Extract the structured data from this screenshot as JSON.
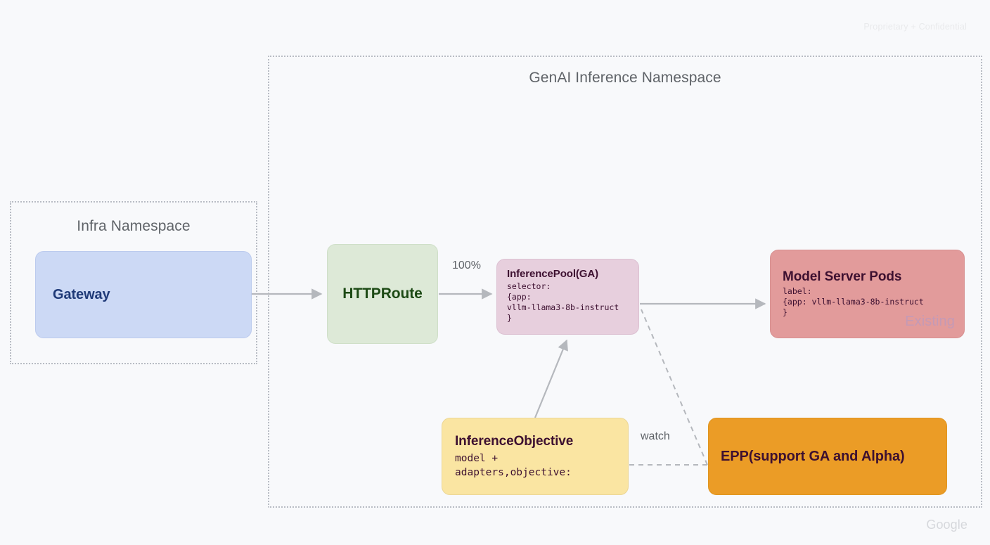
{
  "page": {
    "watermark_top": "Proprietary + Confidential",
    "watermark_bottom": "Google",
    "background_color": "#f8f9fb"
  },
  "namespaces": [
    {
      "id": "genai",
      "title": "GenAI Inference Namespace",
      "border_color": "#b8bcc4"
    },
    {
      "id": "infra",
      "title": "Infra Namespace",
      "border_color": "#b8bcc4"
    }
  ],
  "nodes": {
    "gateway": {
      "title": "Gateway",
      "fill": "#ccd9f5",
      "text_color": "#1f3a78"
    },
    "httproute": {
      "title": "HTTPRoute",
      "fill": "#dde9d7",
      "text_color": "#1d4a15"
    },
    "inferencepool": {
      "title": "InferencePool(GA)",
      "body": "selector:\n{app:\nvllm-llama3-8b-instruct\n}",
      "fill": "#e7cfdd",
      "text_color": "#3d1030"
    },
    "modelserver": {
      "title": "Model Server Pods",
      "body": "label:\n{app: vllm-llama3-8b-instruct\n}",
      "overlay_label": "Existing",
      "fill": "#e29b9b",
      "text_color": "#3d1030",
      "overlay_color": "#c49ab6"
    },
    "inferenceobjective": {
      "title": "InferenceObjective",
      "body": "model +\nadapters,objective:",
      "fill": "#fae5a2",
      "text_color": "#3d1030"
    },
    "epp": {
      "title": "EPP(support GA and Alpha)",
      "fill": "#eb9c26",
      "text_color": "#3d1030"
    }
  },
  "edges": [
    {
      "id": "gateway-to-httproute",
      "label": "",
      "style": "solid",
      "from": "gateway",
      "to": "httproute"
    },
    {
      "id": "httproute-to-inferencepool",
      "label": "100%",
      "style": "solid",
      "from": "httproute",
      "to": "inferencepool"
    },
    {
      "id": "inferencepool-to-modelserver",
      "label": "",
      "style": "solid",
      "from": "inferencepool",
      "to": "modelserver"
    },
    {
      "id": "inferenceobjective-to-inferencepool",
      "label": "",
      "style": "solid",
      "from": "inferenceobjective",
      "to": "inferencepool"
    },
    {
      "id": "epp-to-inferencepool",
      "label": "",
      "style": "dashed",
      "from": "epp",
      "to": "inferencepool"
    },
    {
      "id": "epp-to-inferenceobjective",
      "label": "watch",
      "style": "dashed",
      "from": "epp",
      "to": "inferenceobjective"
    }
  ],
  "edge_labels": {
    "traffic_weight": "100%",
    "watch": "watch"
  },
  "colors": {
    "connector": "#b5b8bd",
    "namespace_border": "#b8bcc4",
    "namespace_title": "#5f6368"
  }
}
